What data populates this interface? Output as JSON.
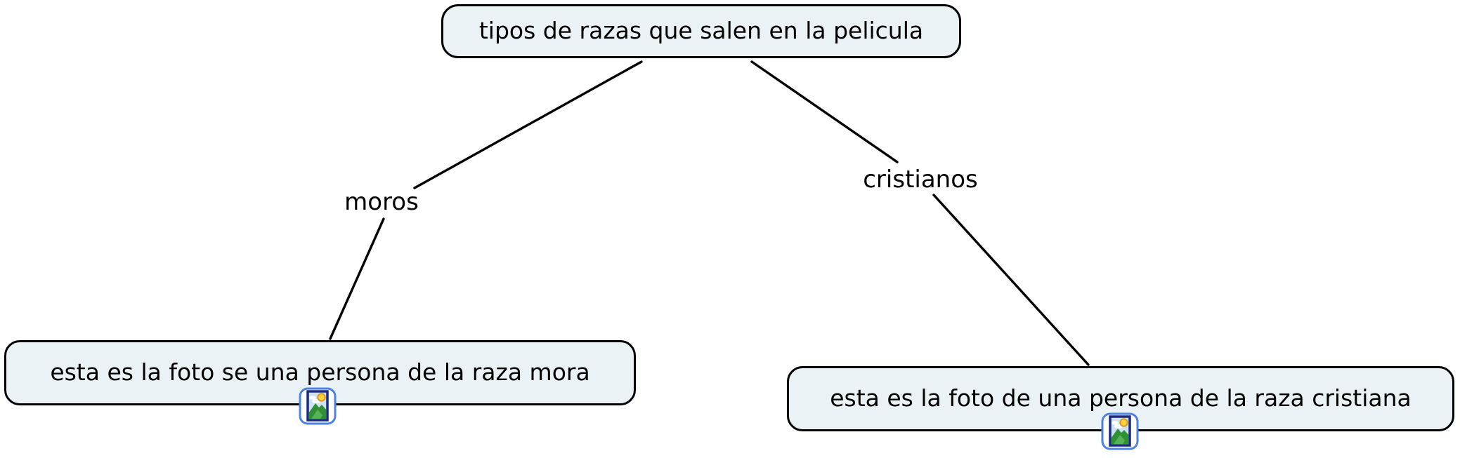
{
  "concept_map": {
    "root_concept": {
      "label": "tipos de razas que salen en la pelicula"
    },
    "branches": [
      {
        "linking_phrase": "moros",
        "child_concept": {
          "label": "esta es la foto se una persona de la raza mora",
          "resource_icon": "image-icon"
        }
      },
      {
        "linking_phrase": "cristianos",
        "child_concept": {
          "label": "esta es la foto de una persona de la raza cristiana",
          "resource_icon": "image-icon"
        }
      }
    ],
    "colors": {
      "canvas_background": "#ffffff",
      "concept_fill": "#eaf2f6",
      "concept_border": "#000000",
      "connector": "#000000",
      "text": "#000000",
      "icon_frame_outer": "#4d82e0",
      "icon_frame_inner": "#1b2b7e",
      "icon_sky": "#cfe2f4",
      "icon_cloud": "#ffffff",
      "icon_sun": "#ffd43b",
      "icon_sun_ring": "#e09a1e",
      "icon_mountain": "#2f9133",
      "icon_mountain_light": "#57b257"
    }
  }
}
